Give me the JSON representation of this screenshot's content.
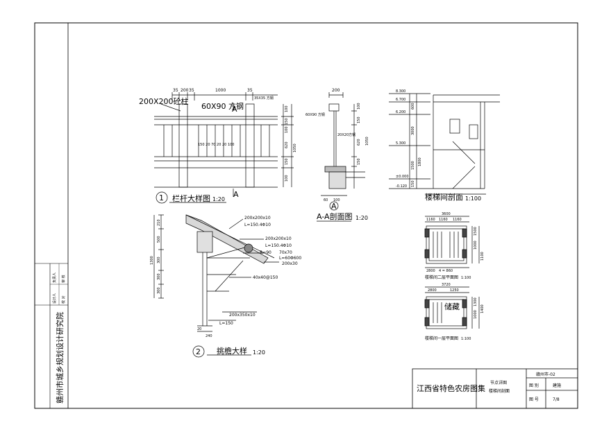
{
  "sheet": {
    "institute": "赣州市城乡规划设计研究院",
    "side_cell_1": "设计人",
    "side_cell_2": "校 对",
    "side_cell_3": "负责人",
    "side_cell_4": "审 核"
  },
  "railing": {
    "title": "栏杆大样图",
    "scale": "1:20",
    "number": "1",
    "post_label": "200X200砼柱",
    "rail_label": "60X90 方钢",
    "small_rail_label": "35X35 方钢",
    "section_mark_top": "A",
    "section_mark_bottom": "A",
    "dim_top": [
      "35",
      "200",
      "35",
      "1000",
      "35"
    ],
    "dim_right": [
      "100",
      "150",
      "100",
      "620",
      "150",
      "100",
      "1050"
    ],
    "bar_dims": "150 20 70 20 20 100"
  },
  "section_aa": {
    "title": "A-A剖面图",
    "scale": "1:20",
    "mark": "A",
    "dim_top": "200",
    "label_1": "60X90 方钢",
    "label_2": "20X20方钢",
    "dim_bottom": [
      "60",
      "100"
    ],
    "dim_right": [
      "100",
      "150",
      "620",
      "150",
      "1050"
    ]
  },
  "stair_section": {
    "title": "楼梯间剖面",
    "scale": "1:100",
    "levels": [
      "8.300",
      "6.700",
      "6.200",
      "5.300",
      "±0.000",
      "-0.120"
    ],
    "dims": [
      "600",
      "3000",
      "1800",
      "1500",
      "150"
    ]
  },
  "eave": {
    "title": "挑檐大样",
    "scale": "1:20",
    "number": "2",
    "labels": [
      "200x200x10",
      "L=150.4Φ10",
      "200x200x10",
      "L=150.4Φ10",
      "R=90",
      "70x70",
      "L=60Φ600",
      "200x30",
      "40x40@150",
      "200x350x10",
      "L=150"
    ],
    "dim_left": [
      "210",
      "500",
      "300",
      "1300",
      "300",
      "300"
    ],
    "dim_bottom": [
      "20",
      "240"
    ]
  },
  "plan_2f": {
    "title": "楼梯间二层平面图",
    "scale": "1:100",
    "dim_top": [
      "3600",
      "1160",
      "1160",
      "1160"
    ],
    "dim_bottom": [
      "2800",
      "4 = 860"
    ],
    "dim_right": [
      "1500",
      "1000",
      "1100"
    ]
  },
  "plan_1f": {
    "title": "楼梯间一层平面图",
    "scale": "1:100",
    "storage": "储藏",
    "dim_top": [
      "3720",
      "2800",
      "1250"
    ],
    "dim_right": [
      "1300",
      "1000",
      "1400"
    ]
  },
  "title_block": {
    "series": "江西省特色农房图集",
    "content_1": "节点详图",
    "content_2": "楼梯间剖面",
    "code": "赣州市-02",
    "category_label": "图 别",
    "category_value": "建施",
    "number_label": "图 号",
    "number_value": "7/8"
  }
}
